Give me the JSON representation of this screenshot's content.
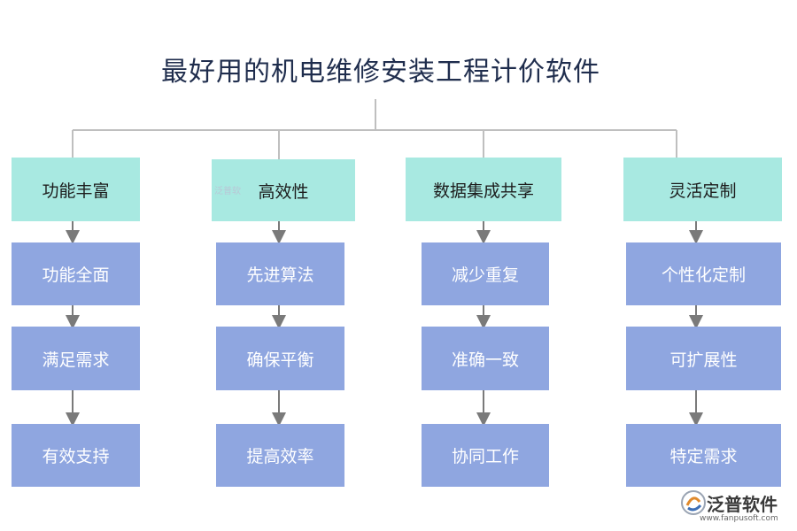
{
  "title": "最好用的机电维修安装工程计价软件",
  "columns": [
    {
      "head": "功能丰富",
      "items": [
        "功能全面",
        "满足需求",
        "有效支持"
      ]
    },
    {
      "head": "高效性",
      "items": [
        "先进算法",
        "确保平衡",
        "提高效率"
      ]
    },
    {
      "head": "数据集成共享",
      "items": [
        "减少重复",
        "准确一致",
        "协同工作"
      ]
    },
    {
      "head": "灵活定制",
      "items": [
        "个性化定制",
        "可扩展性",
        "特定需求"
      ]
    }
  ],
  "watermark": {
    "small": "泛普软",
    "brand": "泛普软件",
    "url": "www.fanpusoft.com"
  },
  "colors": {
    "head_bg": "#a8e9e1",
    "item_bg": "#8fa6e0",
    "title": "#1f2d4d",
    "connector": "#bfbfbf",
    "arrow": "#7a7a7a"
  }
}
